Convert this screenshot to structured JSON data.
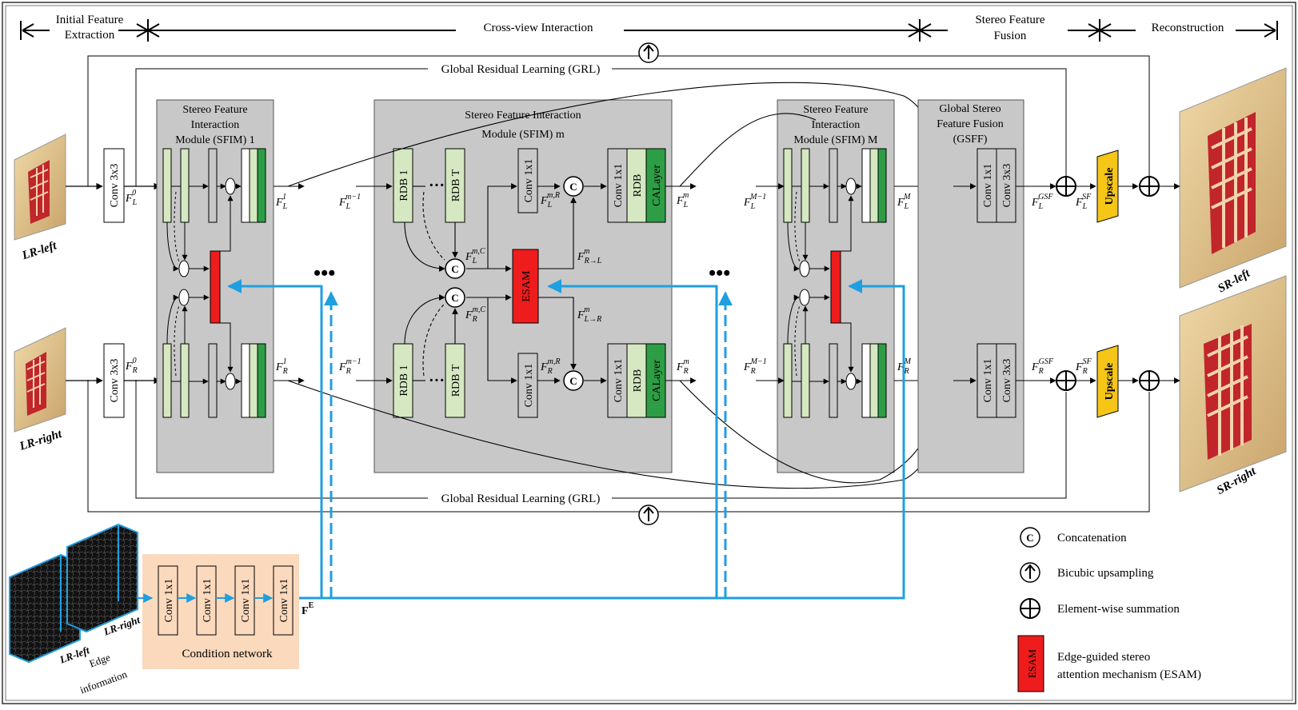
{
  "stages": {
    "initial": "Initial Feature Extraction",
    "initial_l1": "Initial Feature",
    "initial_l2": "Extraction",
    "cross": "Cross-view Interaction",
    "fusion_l1": "Stereo Feature",
    "fusion_l2": "Fusion",
    "recon": "Reconstruction"
  },
  "grl": "Global Residual Learning (GRL)",
  "inputs": {
    "left": "LR-left",
    "right": "LR-right"
  },
  "outputs": {
    "left": "SR-left",
    "right": "SR-right"
  },
  "conv3x3": "Conv 3x3",
  "conv1x1": "Conv 1x1",
  "rdb": "RDB",
  "rdb1": "RDB 1",
  "rdbT": "RDB T",
  "calayer": "CALayer",
  "esam": "ESAM",
  "upscale": "Upscale",
  "concat_symbol": "C",
  "sfim1": {
    "l1": "Stereo Feature",
    "l2": "Interaction",
    "l3": "Module (SFIM) 1"
  },
  "sfimm": {
    "l1": "Stereo Feature Interaction",
    "l2": "Module (SFIM) m"
  },
  "sfimM": {
    "l1": "Stereo Feature",
    "l2": "Interaction",
    "l3": "Module (SFIM) M"
  },
  "gsff": {
    "l1": "Global Stereo",
    "l2": "Feature Fusion",
    "l3": "(GSFF)"
  },
  "features": {
    "FL0": "F",
    "FL0_sub": "L",
    "FL0_sup": "0",
    "FR0": "F",
    "FR0_sub": "R",
    "FR0_sup": "0",
    "FL1_sup": "1",
    "FR1_sup": "1",
    "Fm1_sup": "m−1",
    "FmC_sup": "m,C",
    "FmR_sup": "m,R",
    "FRL_sup": "m",
    "FRL_sub": "R→L",
    "FLR_sup": "m",
    "FLR_sub": "L→R",
    "Fm_sup": "m",
    "FM1_sup": "M−1",
    "FM_sup": "M",
    "GSF_sup": "GSF",
    "SF_sup": "SF",
    "FE": "F",
    "FE_sup": "E"
  },
  "condition_network": "Condition network",
  "edge_info_l1": "Edge",
  "edge_info_l2": "information",
  "legend": {
    "concat": "Concatenation",
    "bicubic": "Bicubic upsampling",
    "sum": "Element-wise summation",
    "esam_l1": "Edge-guided stereo",
    "esam_l2": "attention mechanism (ESAM)"
  },
  "colors": {
    "module_bg": "#c8c8c8",
    "light_green": "#d5e8c1",
    "dark_green": "#2e9e46",
    "esam_red": "#ee1c1c",
    "upscale_yellow": "#f5c518",
    "edge_blue": "#1e9fe0",
    "cond_bg": "#fbd9bd"
  }
}
